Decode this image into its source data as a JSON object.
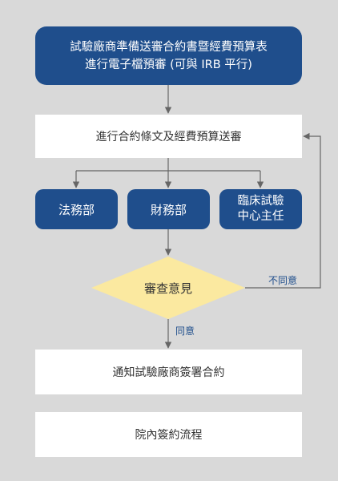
{
  "nodes": {
    "prepare": "試驗廠商準備送審合約書暨經費預算表\n進行電子檔預審 (可與 IRB 平行)",
    "review": "進行合約條文及經費預算送審",
    "legal": "法務部",
    "finance": "財務部",
    "center_head": "臨床試驗\n中心主任",
    "decision": "審查意見",
    "notify": "通知試驗廠商簽署合約",
    "internal": "院內簽約流程"
  },
  "edges": {
    "disagree": "不同意",
    "agree": "同意"
  },
  "colors": {
    "dark_box": "#1f4e8c",
    "light_box": "#ffffff",
    "diamond": "#fbe9a0",
    "background": "#d9d9d9",
    "connector": "#666666"
  }
}
